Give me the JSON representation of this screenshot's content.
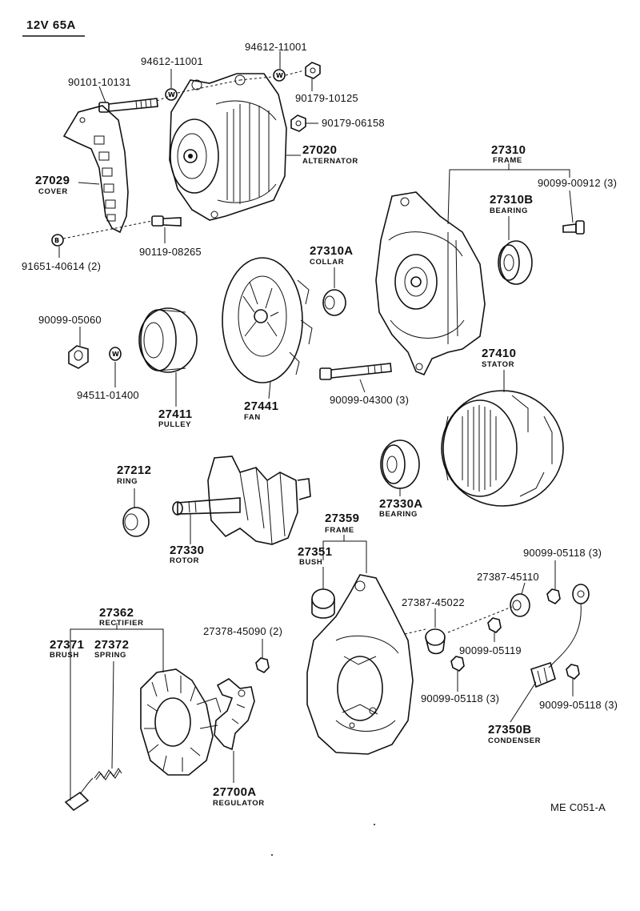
{
  "header": {
    "title": "12V  65A"
  },
  "footer": {
    "code": "ME C051-A"
  },
  "parts": {
    "p90101_10131": "90101-10131",
    "p94612_11001_a": "94612-11001",
    "p94612_11001_b": "94612-11001",
    "p90179_10125": "90179-10125",
    "p90179_06158": "90179-06158",
    "p27020": "27020",
    "n27020": "ALTERNATOR",
    "p27029": "27029",
    "n27029": "COVER",
    "p91651_40614": "91651-40614 (2)",
    "p90119_08265": "90119-08265",
    "p27310": "27310",
    "n27310": "FRAME",
    "p90099_00912": "90099-00912 (3)",
    "p27310B": "27310B",
    "n27310B": "BEARING",
    "p27310A": "27310A",
    "n27310A": "COLLAR",
    "p90099_05060": "90099-05060",
    "p94511_01400": "94511-01400",
    "p27411": "27411",
    "n27411": "PULLEY",
    "p27441": "27441",
    "n27441": "FAN",
    "p90099_04300": "90099-04300 (3)",
    "p27410": "27410",
    "n27410": "STATOR",
    "p27212": "27212",
    "n27212": "RING",
    "p27330": "27330",
    "n27330": "ROTOR",
    "p27330A": "27330A",
    "n27330A": "BEARING",
    "p27359": "27359",
    "n27359": "FRAME",
    "p27351": "27351",
    "n27351": "BUSH",
    "p90099_05118_a": "90099-05118 (3)",
    "p27387_45110": "27387-45110",
    "p27387_45022": "27387-45022",
    "p90099_05119": "90099-05119",
    "p27362": "27362",
    "n27362": "RECTIFIER",
    "p27371": "27371",
    "n27371": "BRUSH",
    "p27372": "27372",
    "n27372": "SPRING",
    "p27378_45090": "27378-45090 (2)",
    "p90099_05118_b": "90099-05118 (3)",
    "p90099_05118_c": "90099-05118 (3)",
    "p27350B": "27350B",
    "n27350B": "CONDENSER",
    "p27700A": "27700A",
    "n27700A": "REGULATOR"
  },
  "glyphs": {
    "washer": "W",
    "bolt": "B"
  }
}
